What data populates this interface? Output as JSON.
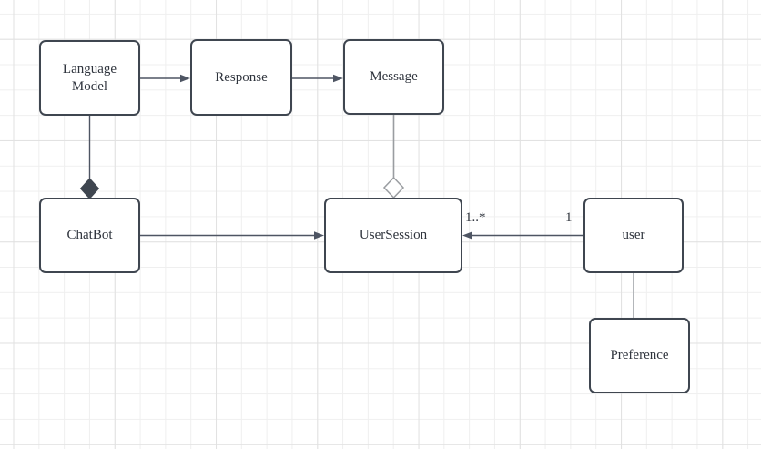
{
  "colors": {
    "bg": "#ffffff",
    "grid_minor": "#efefef",
    "grid_major": "#e1e1e1",
    "node_border": "#3f4650",
    "node_fill": "#ffffff",
    "text": "#2f343d",
    "edge_dark": "#4e5563",
    "edge_gray": "#9a9da1",
    "edge_gray_light": "#b3b6ba"
  },
  "diagram": {
    "nodes": [
      {
        "id": "language-model",
        "label": "Language Model"
      },
      {
        "id": "response",
        "label": "Response"
      },
      {
        "id": "message",
        "label": "Message"
      },
      {
        "id": "chatbot",
        "label": "ChatBot"
      },
      {
        "id": "usersession",
        "label": "UserSession"
      },
      {
        "id": "user",
        "label": "user"
      },
      {
        "id": "preference",
        "label": "Preference"
      }
    ],
    "edges": [
      {
        "from": "Language Model",
        "to": "Response",
        "type": "directed-association",
        "arrow": "filled-triangle",
        "color": "dark"
      },
      {
        "from": "Response",
        "to": "Message",
        "type": "directed-association",
        "arrow": "filled-triangle",
        "color": "dark"
      },
      {
        "from": "Language Model",
        "to": "ChatBot",
        "type": "composition",
        "diamond": "filled",
        "diamond_end": "ChatBot",
        "color": "dark"
      },
      {
        "from": "Message",
        "to": "UserSession",
        "type": "aggregation",
        "diamond": "hollow",
        "diamond_end": "UserSession",
        "color": "gray"
      },
      {
        "from": "ChatBot",
        "to": "UserSession",
        "type": "directed-association",
        "arrow": "filled-triangle",
        "color": "dark"
      },
      {
        "from": "user",
        "to": "UserSession",
        "type": "directed-association",
        "arrow": "filled-triangle",
        "color": "dark",
        "labels": {
          "source": "1",
          "target": "1..*"
        }
      },
      {
        "from": "user",
        "to": "Preference",
        "type": "association",
        "color": "gray"
      }
    ]
  }
}
